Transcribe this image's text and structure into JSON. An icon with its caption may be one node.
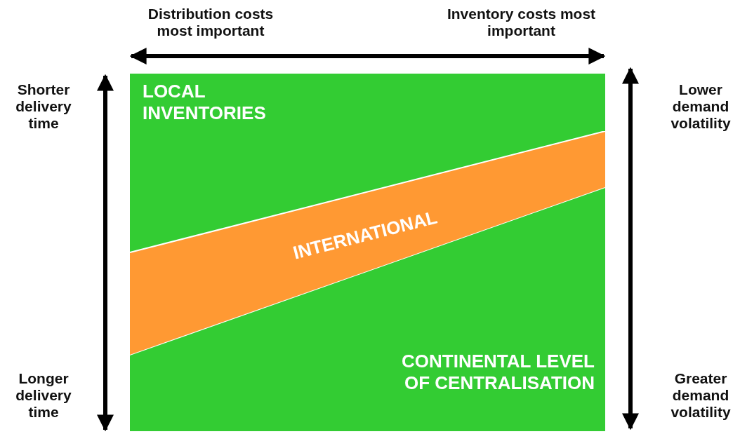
{
  "diagram": {
    "nodes": [
      {
        "text": [
          "LOCAL INVENTORIES"
        ]
      },
      {
        "text": [
          "INTERNATIONAL"
        ]
      },
      {
        "text": [
          "CONTINENTAL LEVEL OF CENTRALISATION"
        ]
      }
    ],
    "edges": [],
    "labels": [
      "Distribution costs most important",
      "Inventory costs most important",
      "Shorter delivery time",
      "Lower demand volatility",
      "Longer delivery time",
      "Greater demand volatility"
    ]
  }
}
